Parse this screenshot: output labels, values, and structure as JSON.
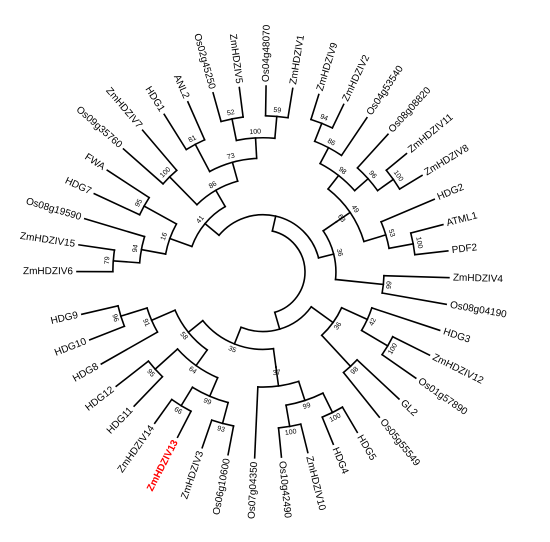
{
  "tree": {
    "root": {
      "children": [
        {
          "id": "A",
          "support": "",
          "children": [
            {
              "id": "A1",
              "support": "41",
              "children": [
                {
                  "id": "A1a",
                  "support": "16",
                  "children": [
                    {
                      "id": "A1a1",
                      "support": "94",
                      "children": [
                        {
                          "id": "A1a1x",
                          "support": "79",
                          "children": [
                            {
                              "leaf": "ZmHDZIV6"
                            },
                            {
                              "leaf": "ZmHDZIV15"
                            }
                          ]
                        },
                        {
                          "leaf": "Os08g19590"
                        }
                      ]
                    },
                    {
                      "id": "A1a2",
                      "support": "95",
                      "children": [
                        {
                          "leaf": "HDG7"
                        },
                        {
                          "leaf": "FWA"
                        }
                      ]
                    }
                  ]
                },
                {
                  "id": "A1b",
                  "support": "86",
                  "children": [
                    {
                      "id": "A1b1",
                      "support": "100",
                      "children": [
                        {
                          "leaf": "Os09g35760"
                        },
                        {
                          "leaf": "ZmHDZIV7"
                        }
                      ]
                    },
                    {
                      "id": "A1b2",
                      "support": "73",
                      "children": [
                        {
                          "id": "A1b2a",
                          "support": "81",
                          "children": [
                            {
                              "leaf": "HDG1"
                            },
                            {
                              "leaf": "ANL2"
                            }
                          ]
                        },
                        {
                          "id": "A1b2b",
                          "support": "100",
                          "children": [
                            {
                              "id": "A1b2b1",
                              "support": "52",
                              "children": [
                                {
                                  "leaf": "Os02g45250"
                                },
                                {
                                  "leaf": "ZmHDZIV5"
                                }
                              ]
                            },
                            {
                              "id": "A1b2b2",
                              "support": "59",
                              "children": [
                                {
                                  "leaf": "Os04g48070"
                                },
                                {
                                  "leaf": "ZmHDZIV1"
                                }
                              ]
                            }
                          ]
                        }
                      ]
                    }
                  ]
                }
              ]
            },
            {
              "id": "A2",
              "support": "36",
              "children": [
                {
                  "id": "A2a",
                  "support": "63",
                  "children": [
                    {
                      "id": "A2a1",
                      "support": "49",
                      "children": [
                        {
                          "id": "A2a1a",
                          "support": "98",
                          "children": [
                            {
                              "id": "A2a1a1",
                              "support": "86",
                              "children": [
                                {
                                  "id": "A2a1a1x",
                                  "support": "94",
                                  "children": [
                                    {
                                      "leaf": "ZmHDZIV9"
                                    },
                                    {
                                      "leaf": "ZmHDZIV2"
                                    }
                                  ]
                                },
                                {
                                  "leaf": "Os04g53540"
                                }
                              ]
                            },
                            {
                              "id": "A2a1a2",
                              "support": "96",
                              "children": [
                                {
                                  "leaf": "Os08g08820"
                                },
                                {
                                  "id": "A2a1a2x",
                                  "support": "100",
                                  "children": [
                                    {
                                      "leaf": "ZmHDZIV11"
                                    },
                                    {
                                      "leaf": "ZmHDZIV8"
                                    }
                                  ]
                                }
                              ]
                            }
                          ]
                        },
                        {
                          "id": "A2a1b",
                          "support": "53",
                          "children": [
                            {
                              "leaf": "HDG2"
                            },
                            {
                              "id": "A2a1bx",
                              "support": "100",
                              "children": [
                                {
                                  "leaf": "ATML1"
                                },
                                {
                                  "leaf": "PDF2"
                                }
                              ]
                            }
                          ]
                        }
                      ]
                    }
                  ]
                },
                {
                  "id": "A2b",
                  "support": "99",
                  "children": [
                    {
                      "leaf": "ZmHDZIV4"
                    },
                    {
                      "leaf": "Os08g04190"
                    }
                  ]
                }
              ]
            }
          ]
        },
        {
          "id": "B",
          "support": "",
          "children": [
            {
              "id": "B1",
              "support": "36",
              "children": [
                {
                  "id": "B1a",
                  "support": "42",
                  "children": [
                    {
                      "leaf": "HDG3"
                    },
                    {
                      "id": "B1ax",
                      "support": "100",
                      "children": [
                        {
                          "leaf": "ZmHDZIV12"
                        },
                        {
                          "leaf": "Os01g57890"
                        }
                      ]
                    }
                  ]
                },
                {
                  "id": "B1b",
                  "support": "98",
                  "children": [
                    {
                      "leaf": "GL2"
                    },
                    {
                      "leaf": "Os05g55549"
                    }
                  ]
                }
              ]
            },
            {
              "id": "B2",
              "support": "35",
              "children": [
                {
                  "id": "B2a",
                  "support": "37",
                  "children": [
                    {
                      "id": "B2a1",
                      "support": "",
                      "children": [
                        {
                          "id": "B2a1a",
                          "support": "99",
                          "children": [
                            {
                              "id": "B2a1a1",
                              "support": "100",
                              "children": [
                                {
                                  "leaf": "HDG5"
                                },
                                {
                                  "leaf": "HDG4"
                                }
                              ]
                            },
                            {
                              "id": "B2a1a2",
                              "support": "100",
                              "children": [
                                {
                                  "leaf": "ZmHDZIV10"
                                },
                                {
                                  "leaf": "Os10g42490"
                                }
                              ]
                            }
                          ]
                        },
                        {
                          "leaf": "Os07g04350"
                        }
                      ]
                    }
                  ]
                },
                {
                  "id": "B2b",
                  "support": "58",
                  "children": [
                    {
                      "id": "B2b1",
                      "support": "64",
                      "children": [
                        {
                          "id": "B2b1a",
                          "support": "99",
                          "children": [
                            {
                              "id": "B2b1a1",
                              "support": "93",
                              "children": [
                                {
                                  "leaf": "Os06g10600"
                                },
                                {
                                  "leaf": "ZmHDZIV3"
                                }
                              ]
                            },
                            {
                              "id": "B2b1a2",
                              "support": "66",
                              "children": [
                                {
                                  "leaf": "ZmHDZIV13",
                                  "highlight": true
                                },
                                {
                                  "leaf": "ZmHDZIV14"
                                }
                              ]
                            }
                          ]
                        },
                        {
                          "id": "B2b1b",
                          "support": "95",
                          "children": [
                            {
                              "leaf": "HDG11"
                            },
                            {
                              "leaf": "HDG12"
                            }
                          ]
                        }
                      ]
                    },
                    {
                      "id": "B2b2",
                      "support": "91",
                      "children": [
                        {
                          "leaf": "HDG8"
                        },
                        {
                          "id": "B2b2x",
                          "support": "96",
                          "children": [
                            {
                              "leaf": "HDG10"
                            },
                            {
                              "leaf": "HDG9"
                            }
                          ]
                        }
                      ]
                    }
                  ]
                }
              ]
            }
          ]
        }
      ]
    }
  },
  "colors": {
    "branch": "#000000",
    "highlight": "#ff0000"
  }
}
